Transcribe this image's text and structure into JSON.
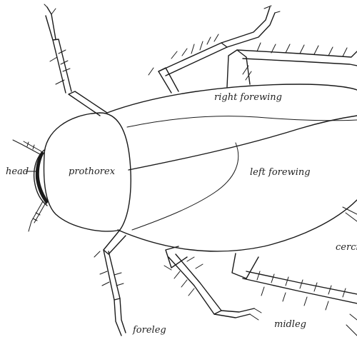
{
  "labels": {
    "head": "head",
    "prothorax": "prothorex",
    "right_forewing": "right forewing",
    "left_forewing": "left forewing",
    "cerci": "cerci",
    "foreleg": "foreleg",
    "midleg": "midleg"
  },
  "colors": {
    "ink": "#1a1a1a",
    "background": "#ffffff"
  }
}
